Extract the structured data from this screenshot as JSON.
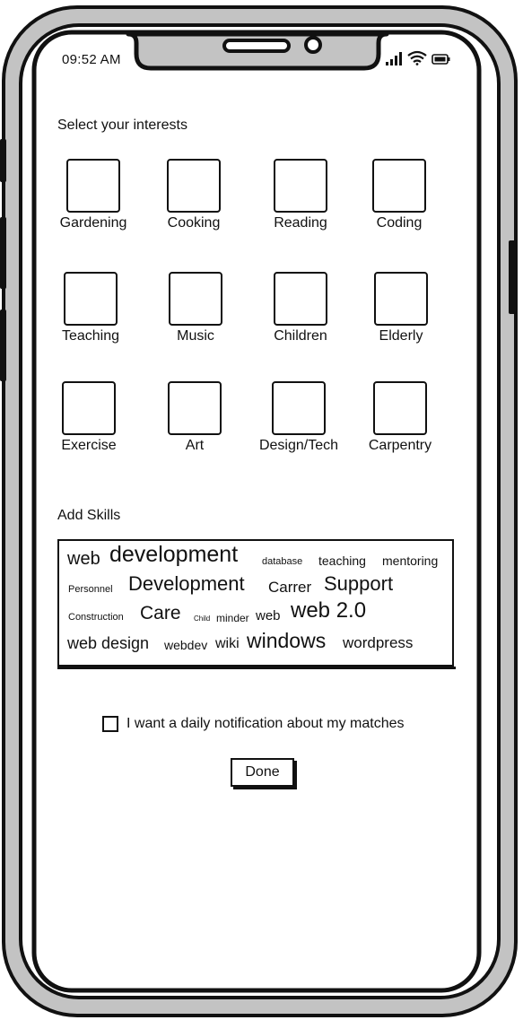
{
  "status_bar": {
    "time": "09:52 AM",
    "icons": [
      "signal-icon",
      "wifi-icon",
      "battery-icon"
    ]
  },
  "interests": {
    "title": "Select your interests",
    "items": [
      {
        "label": "Gardening",
        "checked": false
      },
      {
        "label": "Cooking",
        "checked": false
      },
      {
        "label": "Reading",
        "checked": false
      },
      {
        "label": "Coding",
        "checked": false
      },
      {
        "label": "Teaching",
        "checked": false
      },
      {
        "label": "Music",
        "checked": false
      },
      {
        "label": "Children",
        "checked": false
      },
      {
        "label": "Elderly",
        "checked": false
      },
      {
        "label": "Exercise",
        "checked": false
      },
      {
        "label": "Art",
        "checked": false
      },
      {
        "label": "Design/Tech",
        "checked": false
      },
      {
        "label": "Carpentry",
        "checked": false
      }
    ]
  },
  "skills": {
    "title": "Add Skills",
    "tags": [
      "web",
      "development",
      "database",
      "teaching",
      "mentoring",
      "Personnel",
      "Development",
      "Carrer",
      "Support",
      "Construction",
      "Care",
      "Child",
      "minder",
      "web",
      "web 2.0",
      "web design",
      "webdev",
      "wiki",
      "windows",
      "wordpress"
    ]
  },
  "notification": {
    "label": "I want a daily notification about my matches",
    "checked": false
  },
  "done_label": "Done"
}
